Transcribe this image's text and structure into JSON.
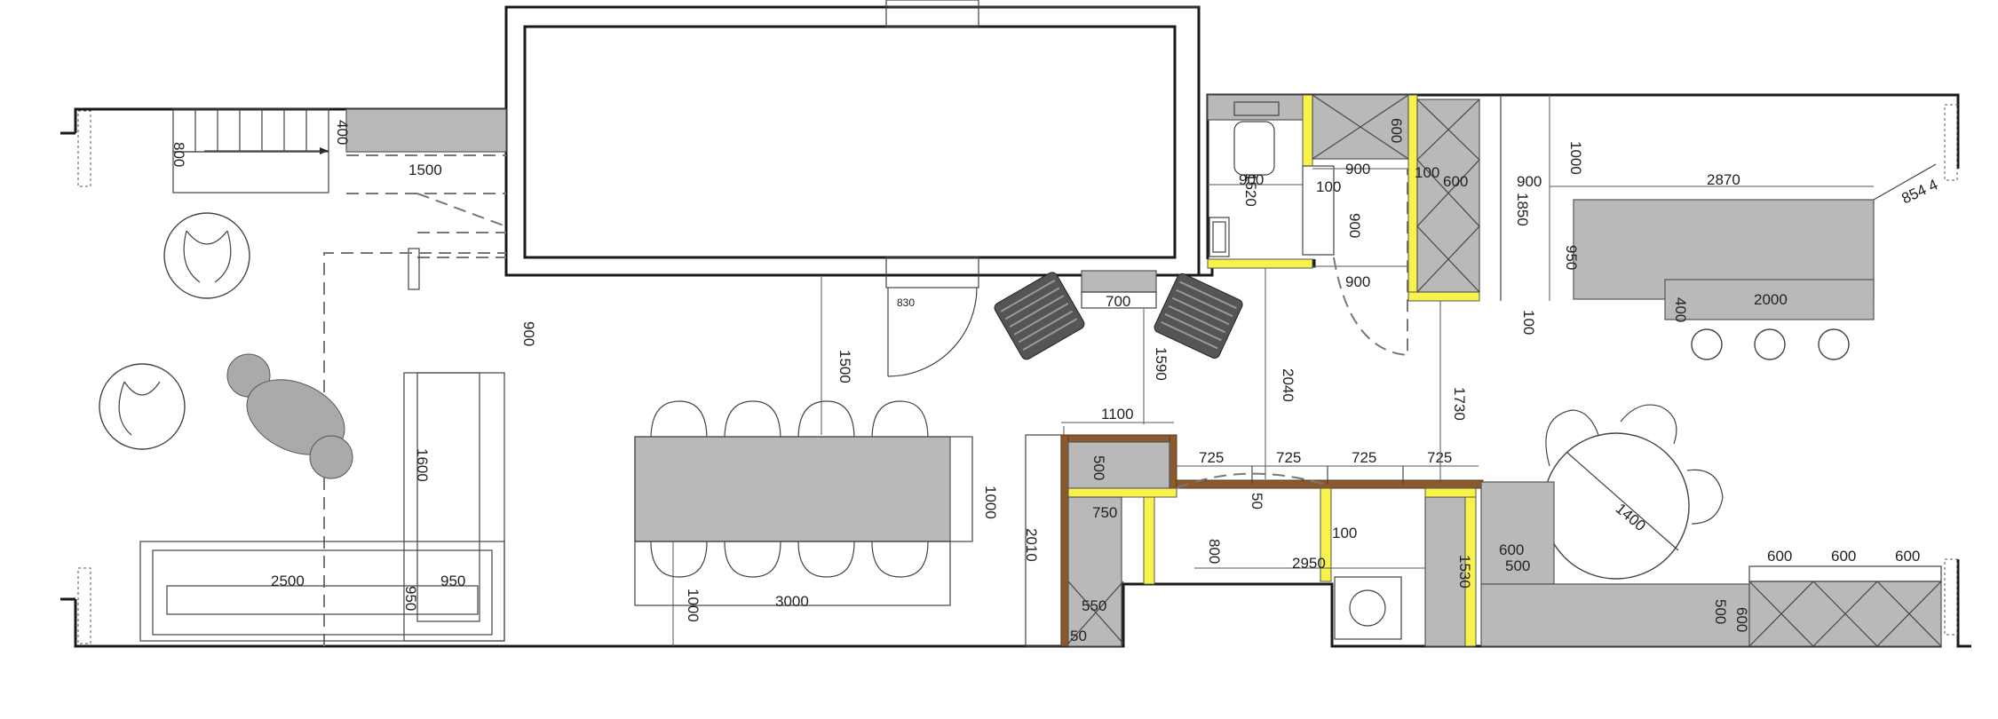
{
  "plan": {
    "labels": {
      "l800": "800",
      "l400": "400",
      "l1500a": "1500",
      "l900a": "900",
      "l1600": "1600",
      "l2500": "2500",
      "l950a": "950",
      "l950b": "950",
      "l1500b": "1500",
      "l1000a": "1000",
      "l3000": "3000",
      "l1000b": "1000",
      "l830": "830",
      "l700": "700",
      "l1590": "1590",
      "l2040": "2040",
      "l1100": "1100",
      "l500a": "500",
      "l2010": "2010",
      "l750": "750",
      "l800b": "800",
      "l550": "550",
      "l50": "50",
      "l725a": "725",
      "l725b": "725",
      "l725c": "725",
      "l725d": "725",
      "l50b": "50",
      "l100a": "100",
      "l2950": "2950",
      "l1530": "1530",
      "l1520": "1520",
      "l900b": "900",
      "l900c": "900",
      "l100b": "100",
      "l900d": "900",
      "l900e": "900",
      "l600a": "600",
      "l100c": "100",
      "l600b": "600",
      "l1850": "1850",
      "l900f": "900",
      "l1730": "1730",
      "l100d": "100",
      "l1000c": "1000",
      "l2870": "2870",
      "l854": "854 4",
      "l950c": "950",
      "l400b": "400",
      "l2000": "2000",
      "l1400": "1400",
      "l600c": "600",
      "l500b": "500",
      "l500c": "500",
      "l600d": "600",
      "l600e": "600",
      "l600f": "600",
      "l600g": "600"
    }
  }
}
